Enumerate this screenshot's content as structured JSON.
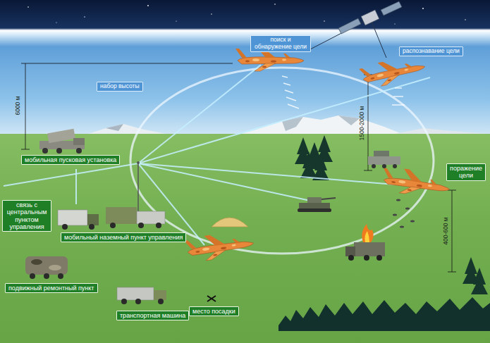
{
  "diagram": {
    "nodes": [
      {
        "text": [
          "поиск и обнаружение цели"
        ]
      },
      {
        "text": [
          "распознавание цели"
        ]
      },
      {
        "text": [
          "набор высоты"
        ]
      },
      {
        "text": [
          "поражение цели"
        ]
      },
      {
        "text": [
          "мобильная пусковая установка"
        ]
      },
      {
        "text": [
          "связь с центральным пунктом управления"
        ]
      },
      {
        "text": [
          "мобильный наземный пункт управления"
        ]
      },
      {
        "text": [
          "подвижный ремонтный пункт"
        ]
      },
      {
        "text": [
          "транспортная машина"
        ]
      },
      {
        "text": [
          "место посадки"
        ]
      }
    ],
    "labels": [
      "6000 м",
      "1500-2000 м",
      "400-600 м"
    ]
  }
}
